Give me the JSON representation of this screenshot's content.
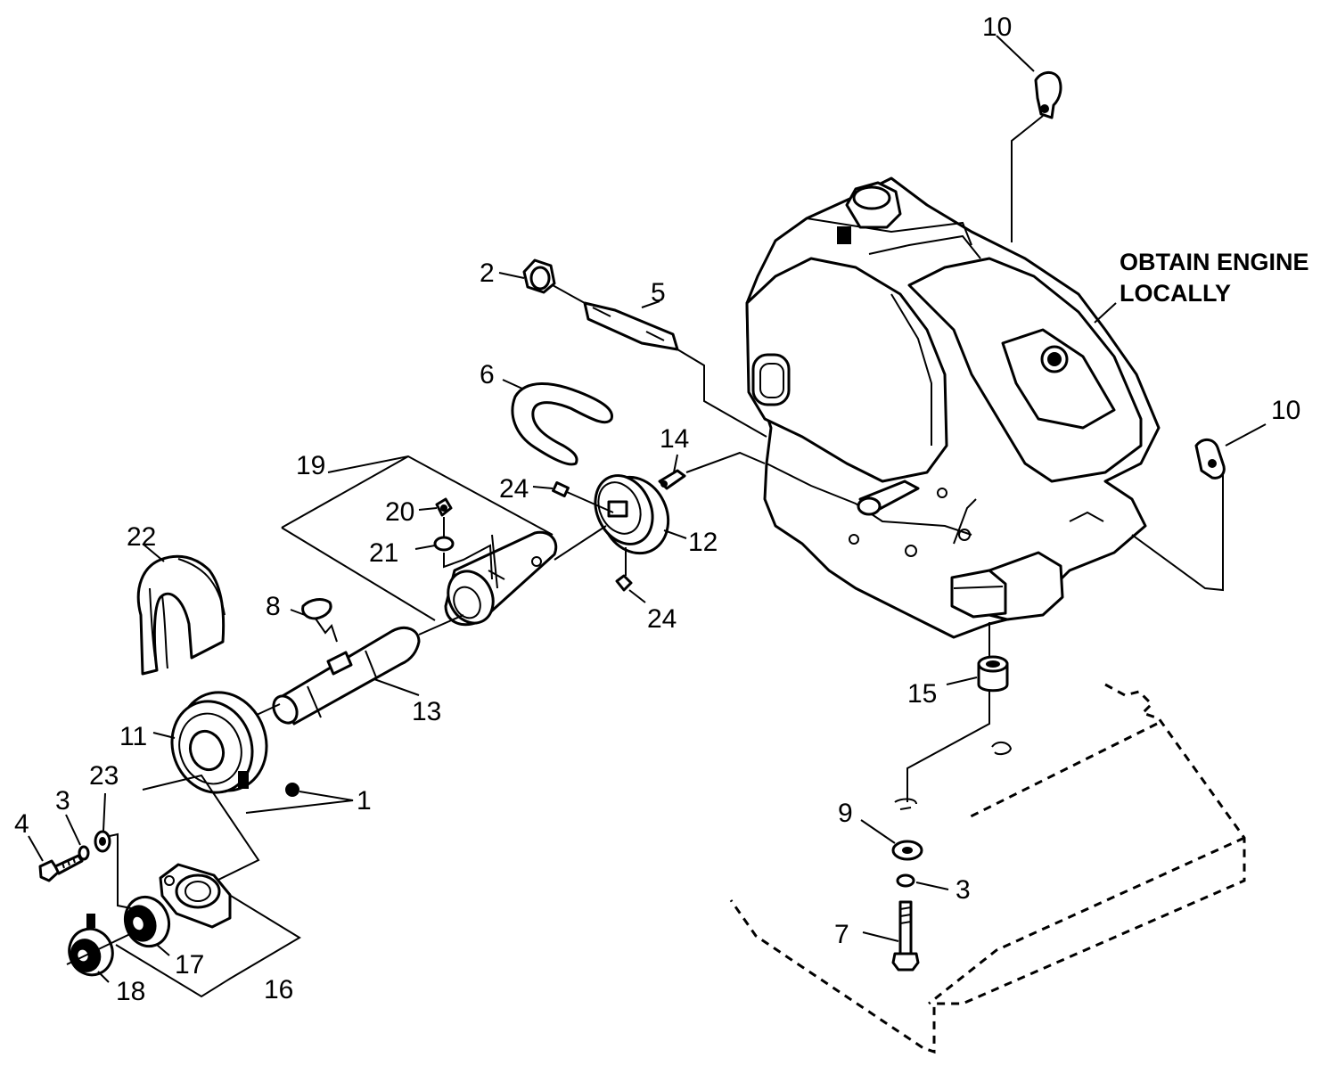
{
  "note": {
    "line1": "OBTAIN ENGINE",
    "line2": "LOCALLY"
  },
  "callouts": {
    "c10_top": "10",
    "c10_right": "10",
    "c2": "2",
    "c5": "5",
    "c6": "6",
    "c14": "14",
    "c19": "19",
    "c24_top": "24",
    "c24_bottom": "24",
    "c20": "20",
    "c21": "21",
    "c12": "12",
    "c22": "22",
    "c8": "8",
    "c13": "13",
    "c11": "11",
    "c1": "1",
    "c23": "23",
    "c3_left": "3",
    "c4": "4",
    "c17": "17",
    "c18": "18",
    "c16": "16",
    "c15": "15",
    "c9": "9",
    "c3_right": "3",
    "c7": "7"
  }
}
